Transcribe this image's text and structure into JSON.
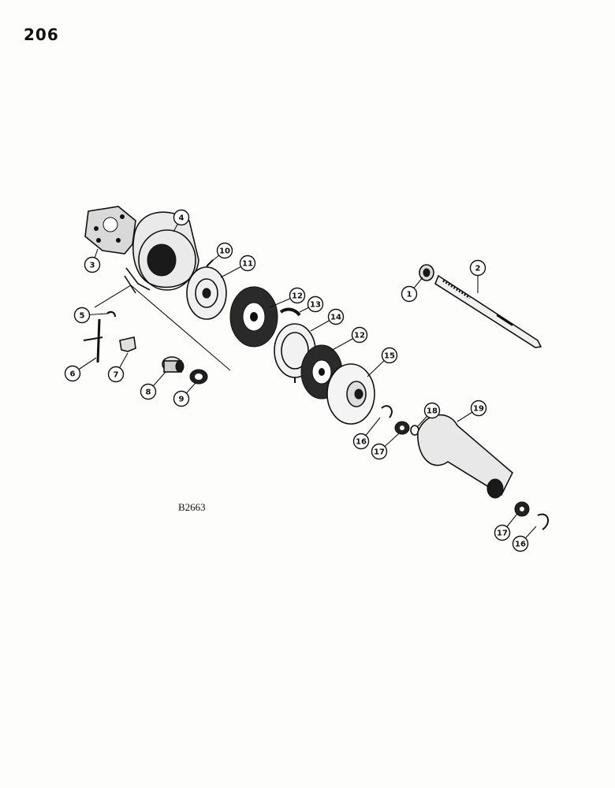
{
  "page": {
    "number": "206"
  },
  "figure": {
    "code": "B2663"
  },
  "callouts": [
    {
      "id": "c1",
      "label": "1"
    },
    {
      "id": "c2",
      "label": "2"
    },
    {
      "id": "c3",
      "label": "3"
    },
    {
      "id": "c4",
      "label": "4"
    },
    {
      "id": "c5",
      "label": "5"
    },
    {
      "id": "c6",
      "label": "6"
    },
    {
      "id": "c7",
      "label": "7"
    },
    {
      "id": "c8",
      "label": "8"
    },
    {
      "id": "c9",
      "label": "9"
    },
    {
      "id": "c10",
      "label": "10"
    },
    {
      "id": "c11",
      "label": "11"
    },
    {
      "id": "c12a",
      "label": "12"
    },
    {
      "id": "c13",
      "label": "13"
    },
    {
      "id": "c14",
      "label": "14"
    },
    {
      "id": "c12b",
      "label": "12"
    },
    {
      "id": "c15",
      "label": "15"
    },
    {
      "id": "c16a",
      "label": "16"
    },
    {
      "id": "c17a",
      "label": "17"
    },
    {
      "id": "c18",
      "label": "18"
    },
    {
      "id": "c19",
      "label": "19"
    },
    {
      "id": "c17b",
      "label": "17"
    },
    {
      "id": "c16b",
      "label": "16"
    }
  ]
}
